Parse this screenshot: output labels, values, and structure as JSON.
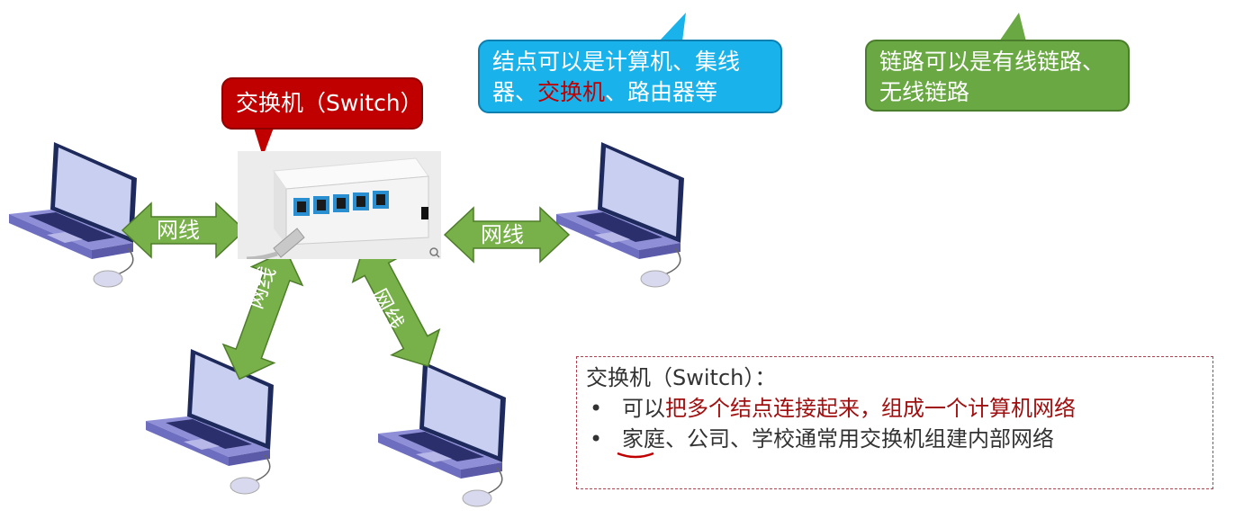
{
  "top_caption": "",
  "callouts": {
    "switch": "交换机（Switch）",
    "node_part1": "结点可以是计算机、集线器、",
    "node_highlight": "交换机",
    "node_part2": "、路由器等",
    "link": "链路可以是有线链路、无线链路"
  },
  "cable_label": "网线",
  "note": {
    "title": "交换机（Switch）：",
    "bullet_char": "•",
    "items": [
      "可以把多个结点连接起来，组成一个计算机网络",
      "家庭、公司、学校通常用交换机组建内部网络"
    ],
    "item1_plain": "可以",
    "item1_colored": "把多个结点连接起来，组成一个计算机网络"
  },
  "colors": {
    "red_callout": "#c00000",
    "blue_callout": "#1ab2ea",
    "green_callout": "#6aa843",
    "arrow_fill": "#78b04a",
    "laptop_screen": "#c8cff0",
    "laptop_body": "#8f8fd8"
  }
}
